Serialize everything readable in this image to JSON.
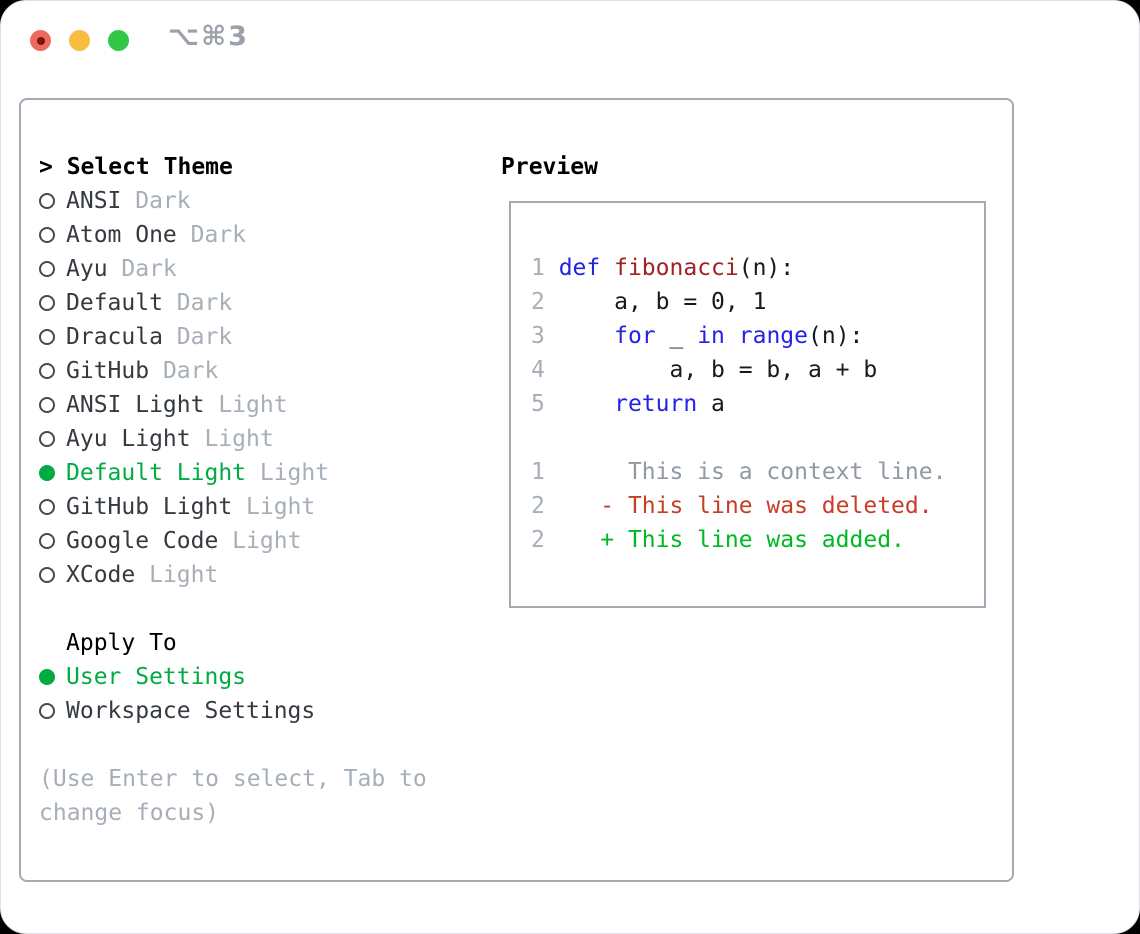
{
  "window": {
    "traffic_lights": [
      {
        "name": "close",
        "color": "#ee6a5f",
        "dot": "#7a150e"
      },
      {
        "name": "minimize",
        "color": "#f6bd3f",
        "dot": null
      },
      {
        "name": "zoom",
        "color": "#33c748",
        "dot": null
      }
    ],
    "shortcut_label": "⌥⌘3"
  },
  "theme_panel": {
    "prompt_header": "> Select Theme",
    "items": [
      {
        "name": "ANSI",
        "variant": " Dark",
        "selected": false
      },
      {
        "name": "Atom One",
        "variant": " Dark",
        "selected": false
      },
      {
        "name": "Ayu",
        "variant": " Dark",
        "selected": false
      },
      {
        "name": "Default",
        "variant": " Dark",
        "selected": false
      },
      {
        "name": "Dracula",
        "variant": " Dark",
        "selected": false
      },
      {
        "name": "GitHub",
        "variant": " Dark",
        "selected": false
      },
      {
        "name": "ANSI Light",
        "variant": " Light",
        "selected": false
      },
      {
        "name": "Ayu Light",
        "variant": " Light",
        "selected": false
      },
      {
        "name": "Default Light",
        "variant": " Light",
        "selected": true
      },
      {
        "name": "GitHub Light",
        "variant": " Light",
        "selected": false
      },
      {
        "name": "Google Code",
        "variant": " Light",
        "selected": false
      },
      {
        "name": "XCode",
        "variant": " Light",
        "selected": false
      }
    ],
    "apply_to": {
      "header": "Apply To",
      "options": [
        {
          "label": "User Settings",
          "selected": true
        },
        {
          "label": "Workspace Settings",
          "selected": false
        }
      ]
    },
    "hint_lines": [
      "(Use Enter to select, Tab to",
      "change focus)"
    ]
  },
  "preview": {
    "title": "Preview",
    "lines": [
      {
        "segments": [
          {
            "t": "1 ",
            "s": "lineno"
          },
          {
            "t": "def",
            "s": "keyword"
          },
          {
            "t": " ",
            "s": "plain"
          },
          {
            "t": "fibonacci",
            "s": "function"
          },
          {
            "t": "(n):",
            "s": "plain"
          }
        ]
      },
      {
        "segments": [
          {
            "t": "2 ",
            "s": "lineno"
          },
          {
            "t": "    a, b = 0, 1",
            "s": "plain"
          }
        ]
      },
      {
        "segments": [
          {
            "t": "3 ",
            "s": "lineno"
          },
          {
            "t": "    ",
            "s": "plain"
          },
          {
            "t": "for",
            "s": "keyword"
          },
          {
            "t": " _ ",
            "s": "plain"
          },
          {
            "t": "in",
            "s": "keyword"
          },
          {
            "t": " ",
            "s": "plain"
          },
          {
            "t": "range",
            "s": "keyword"
          },
          {
            "t": "(n):",
            "s": "plain"
          }
        ]
      },
      {
        "segments": [
          {
            "t": "4 ",
            "s": "lineno"
          },
          {
            "t": "        a, b = b, a + b",
            "s": "plain"
          }
        ]
      },
      {
        "segments": [
          {
            "t": "5 ",
            "s": "lineno"
          },
          {
            "t": "    ",
            "s": "plain"
          },
          {
            "t": "return",
            "s": "keyword"
          },
          {
            "t": " a",
            "s": "plain"
          }
        ]
      },
      {
        "segments": []
      },
      {
        "segments": [
          {
            "t": "1",
            "s": "lineno"
          },
          {
            "t": "      ",
            "s": "plain"
          },
          {
            "t": "This is a context line.",
            "s": "context"
          }
        ]
      },
      {
        "segments": [
          {
            "t": "2",
            "s": "lineno"
          },
          {
            "t": "    ",
            "s": "plain"
          },
          {
            "t": "- This line was deleted.",
            "s": "deleted"
          }
        ]
      },
      {
        "segments": [
          {
            "t": "2",
            "s": "lineno"
          },
          {
            "t": "    ",
            "s": "plain"
          },
          {
            "t": "+ This line was added.",
            "s": "added"
          }
        ]
      }
    ],
    "syntax_colors": {
      "keyword": "#2323e6",
      "function": "#a02222",
      "plain": "#17191d",
      "lineno": "#a6aeb8",
      "context": "#9099a3",
      "deleted": "#c63e27",
      "added": "#00b922"
    }
  },
  "accent": {
    "selected_green": "#00ab41",
    "radio_outline": "#454b53"
  }
}
